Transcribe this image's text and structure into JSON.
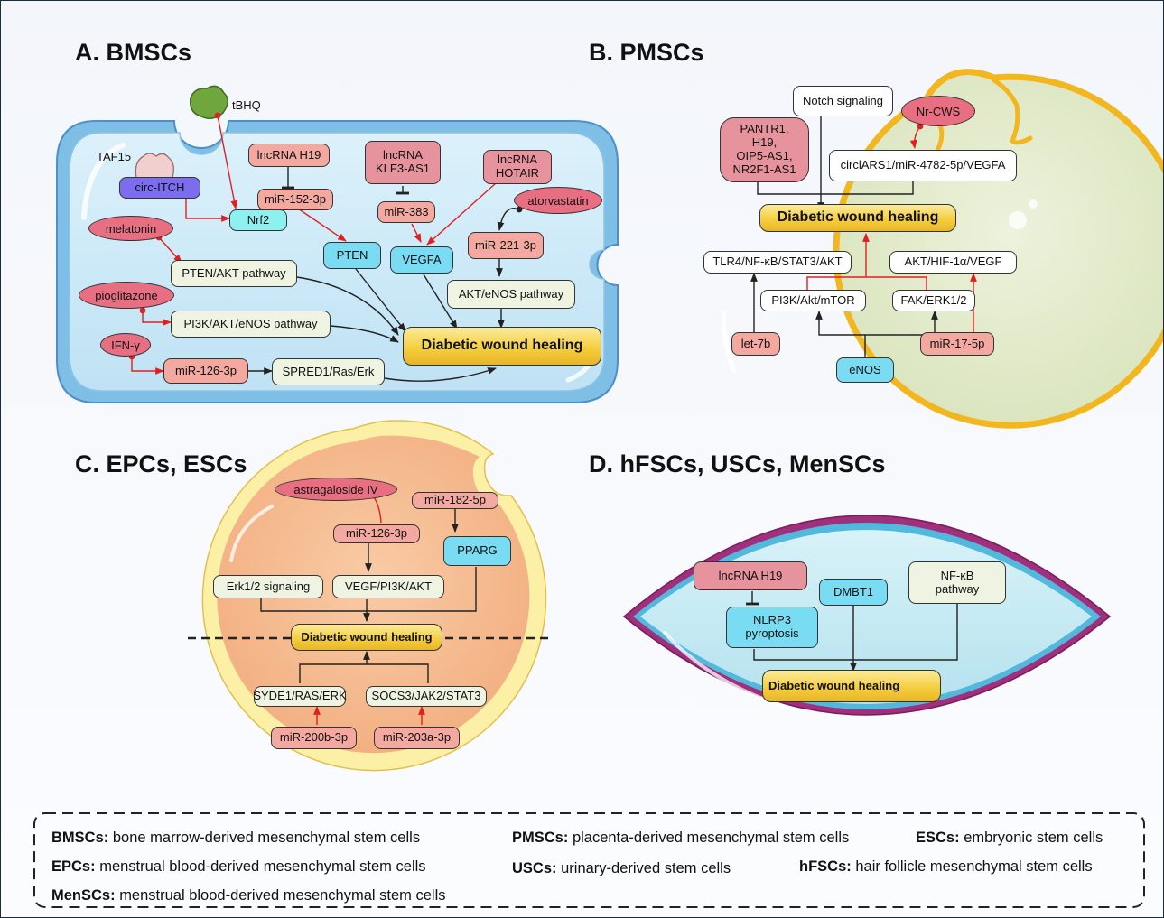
{
  "panels": {
    "a": {
      "title": "A. BMSCs"
    },
    "b": {
      "title": "B. PMSCs"
    },
    "c": {
      "title": "C. EPCs, ESCs"
    },
    "d": {
      "title": "D. hFSCs, USCs, MenSCs"
    }
  },
  "nodes": {
    "a": {
      "tbhq": "tBHQ",
      "taf15": "TAF15",
      "circ_itch": "circ-ITCH",
      "melatonin": "melatonin",
      "nrf2": "Nrf2",
      "lnc_h19": "lncRNA H19",
      "mir152": "miR-152-3p",
      "pten": "PTEN",
      "lnc_klf3_1": "lncRNA",
      "lnc_klf3_2": "KLF3-AS1",
      "mir383": "miR-383",
      "vegfa": "VEGFA",
      "lnc_hotair_1": "lncRNA",
      "lnc_hotair_2": "HOTAIR",
      "atorvastatin": "atorvastatin",
      "mir221": "miR-221-3p",
      "akt_enos": "AKT/eNOS pathway",
      "pten_akt": "PTEN/AKT pathway",
      "pioglitazone": "pioglitazone",
      "pi3k_akt_enos": "PI3K/AKT/eNOS pathway",
      "ifng": "IFN-γ",
      "mir126": "miR-126-3p",
      "spred1": "SPRED1/Ras/Erk",
      "dwh": "Diabetic wound healing"
    },
    "b": {
      "notch": "Notch signaling",
      "nrcws": "Nr-CWS",
      "pantr_1": "PANTR1,",
      "pantr_2": "H19,",
      "pantr_3": "OIP5-AS1,",
      "pantr_4": "NR2F1-AS1",
      "circlars": "circlARS1/miR-4782-5p/VEGFA",
      "dwh": "Diabetic wound healing",
      "tlr4": "TLR4/NF-κB/STAT3/AKT",
      "akt_hif": "AKT/HIF-1α/VEGF",
      "pi3k_mtor": "PI3K/Akt/mTOR",
      "fak": "FAK/ERK1/2",
      "let7b": "let-7b",
      "enos": "eNOS",
      "mir17": "miR-17-5p"
    },
    "c": {
      "astragaloside": "astragaloside IV",
      "mir182": "miR-182-5p",
      "mir126": "miR-126-3p",
      "pparg": "PPARG",
      "erk12": "Erk1/2 signaling",
      "vegf_pi3k": "VEGF/PI3K/AKT",
      "dwh": "Diabetic wound healing",
      "syde1": "SYDE1/RAS/ERK",
      "socs3": "SOCS3/JAK2/STAT3",
      "mir200b": "miR-200b-3p",
      "mir203a": "miR-203a-3p"
    },
    "d": {
      "lnc_h19": "lncRNA H19",
      "dmbt1": "DMBT1",
      "nfkb_1": "NF-κB",
      "nfkb_2": "pathway",
      "nlrp3_1": "NLRP3",
      "nlrp3_2": "pyroptosis",
      "dwh": "Diabetic wound healing"
    }
  },
  "legend": [
    {
      "abbr": "BMSCs:",
      "desc": "bone marrow-derived mesenchymal stem cells"
    },
    {
      "abbr": "PMSCs:",
      "desc": "placenta-derived mesenchymal stem cells"
    },
    {
      "abbr": "ESCs:",
      "desc": "embryonic stem cells"
    },
    {
      "abbr": "EPCs:",
      "desc": "menstrual blood-derived mesenchymal stem cells"
    },
    {
      "abbr": "USCs:",
      "desc": "urinary-derived stem cells"
    },
    {
      "abbr": "hFSCs:",
      "desc": "hair follicle mesenchymal stem cells"
    },
    {
      "abbr": "MenSCs:",
      "desc": "menstrual blood-derived mesenchymal stem cells"
    }
  ],
  "colors": {
    "activation_arrow": "#e02020",
    "neutral_arrow": "#222222",
    "cell_a_fill": "#cfeaf8",
    "cell_b_fill": "#e3ebcf",
    "cell_c_fill": "#f6be95",
    "cell_d_fill": "#c9ecf5",
    "healing_gold": "#f4cc3a"
  }
}
